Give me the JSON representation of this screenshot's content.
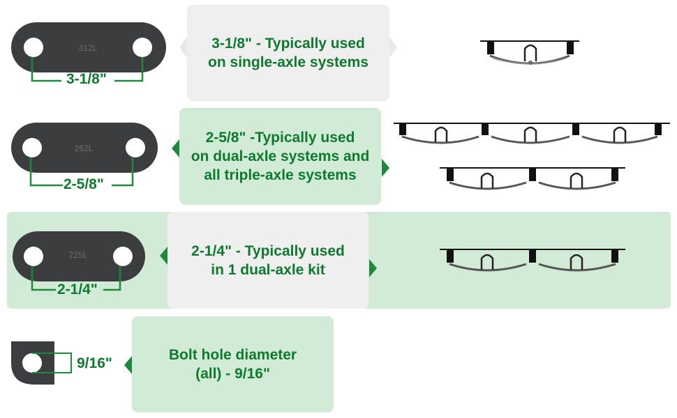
{
  "colors": {
    "green_text": "#0d7a2e",
    "green_dim": "#1c8a3a",
    "panel_green": "#d2ebd6",
    "panel_grey": "#efefef",
    "plate": "#3c3d3f",
    "hole": "#ffffff"
  },
  "rows": [
    {
      "plate_stamp": "312L",
      "dimension": "3-1/8\"",
      "description": "3-1/8\" - Typically used\non single-axle systems",
      "illustration": "single-axle-suspension-diagram"
    },
    {
      "plate_stamp": "262L",
      "dimension": "2-5/8\"",
      "description": "2-5/8\" -Typically used\non dual-axle systems and\nall triple-axle systems",
      "illustration": "triple-and-dual-axle-suspension-diagrams"
    },
    {
      "plate_stamp": "225L",
      "dimension": "2-1/4\"",
      "description": "2-1/4\" - Typically used\nin 1 dual-axle kit",
      "illustration": "dual-axle-suspension-diagram"
    },
    {
      "dimension": "9/16\"",
      "description": "Bolt hole diameter\n(all) - 9/16\"",
      "illustration": "bolt-hole-detail"
    }
  ]
}
